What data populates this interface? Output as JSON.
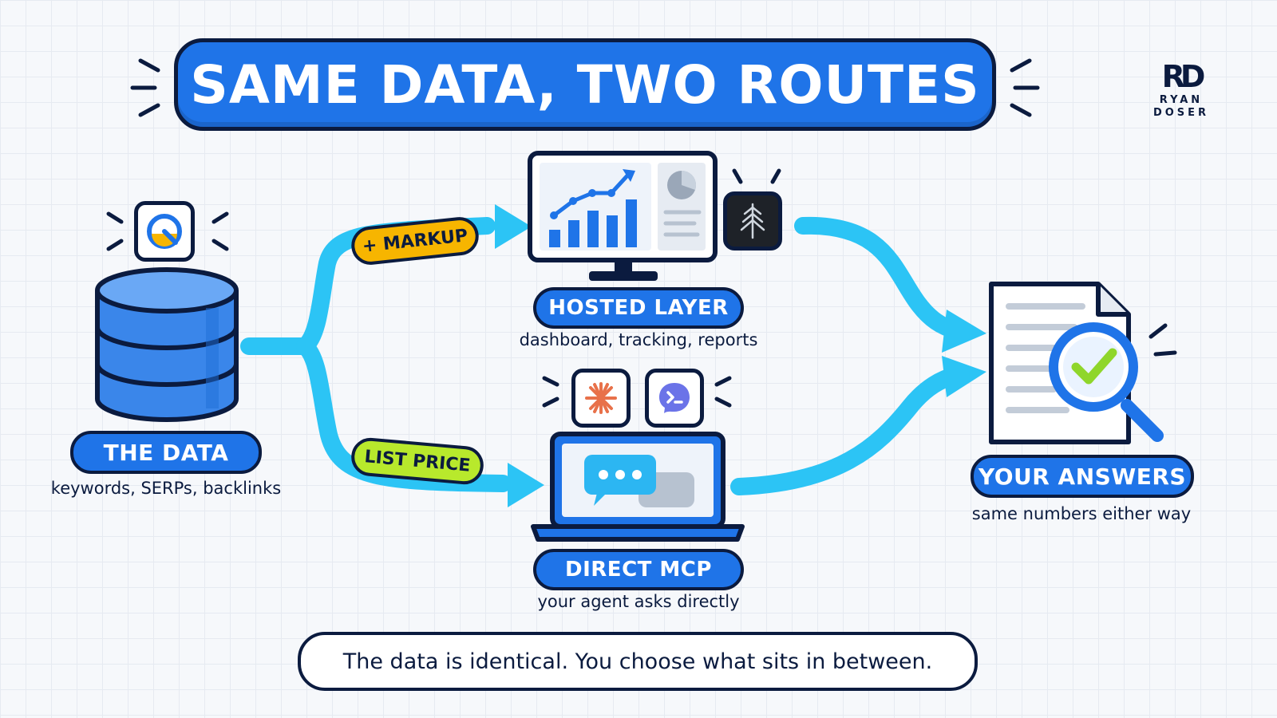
{
  "header": {
    "title": "SAME DATA, TWO ROUTES"
  },
  "brand": {
    "logo": "RD",
    "line1": "RYAN",
    "line2": "DOSER"
  },
  "nodes": {
    "data": {
      "title": "THE DATA",
      "subtitle": "keywords, SERPs, backlinks"
    },
    "hosted": {
      "title": "HOSTED LAYER",
      "subtitle": "dashboard, tracking, reports"
    },
    "direct": {
      "title": "DIRECT MCP",
      "subtitle": "your agent asks directly"
    },
    "answers": {
      "title": "YOUR ANSWERS",
      "subtitle": "same numbers either way"
    }
  },
  "tags": {
    "markup": "+ MARKUP",
    "list_price": "LIST PRICE"
  },
  "footer": {
    "text": "The data is identical. You choose what sits in between."
  },
  "colors": {
    "navy": "#0b1b3f",
    "blue": "#1f74e8",
    "cyan": "#2cc4f5",
    "amber": "#f7b500",
    "lime": "#b8e92c",
    "check_green": "#8fd62b"
  },
  "icons": {
    "data_source": "database-icon",
    "data_brand": "dataforseo-logo-icon",
    "hosted": "dashboard-monitor-icon",
    "hosted_brand": "tree-logo-icon",
    "direct": "chat-laptop-icon",
    "agent_1": "claude-sparkle-icon",
    "agent_2": "terminal-bubble-icon",
    "answers": "document-magnifier-check-icon"
  }
}
